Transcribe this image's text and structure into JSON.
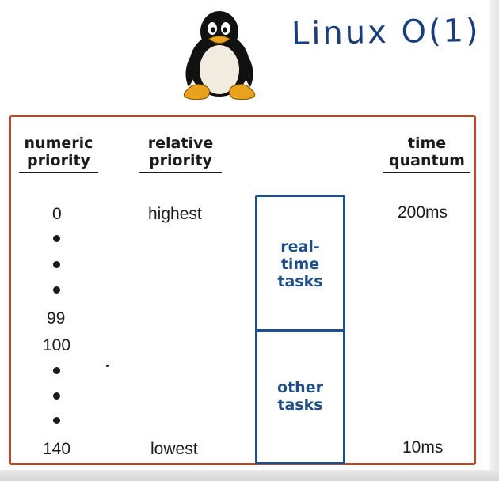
{
  "title": "Linux O(1)",
  "columns": {
    "numeric": [
      "numeric",
      "priority"
    ],
    "relative": [
      "relative",
      "priority"
    ],
    "quantum": [
      "time",
      "quantum"
    ]
  },
  "rows": {
    "numeric_top": "0",
    "numeric_rt_end": "99",
    "numeric_other_start": "100",
    "numeric_bottom": "140",
    "relative_top": "highest",
    "relative_bottom": "lowest",
    "quantum_top": "200ms",
    "quantum_bottom": "10ms"
  },
  "boxes": {
    "realtime": [
      "real-",
      "time",
      "tasks"
    ],
    "other": [
      "other",
      "tasks"
    ]
  },
  "icons": {
    "mascot": "tux-penguin-icon",
    "ellipsis": "dot-icon"
  },
  "colors": {
    "frame": "#b5482d",
    "box": "#1f4f86",
    "title": "#1a3e7a"
  }
}
